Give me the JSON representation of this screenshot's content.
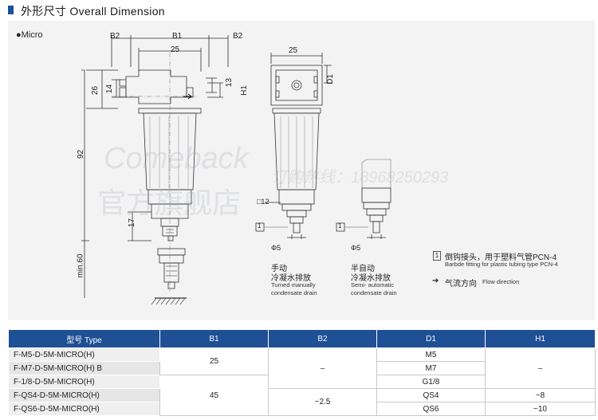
{
  "header": {
    "title": "外形尺寸 Overall Dimension",
    "accent": "#1c4f9c"
  },
  "drawing": {
    "series_label": "●Micro",
    "dims": {
      "b2_left": "B2",
      "b1": "B1",
      "b2_right": "B2",
      "width_main": "25",
      "width_side": "25",
      "d26": "26",
      "d14": "14",
      "d13": "13",
      "h1": "H1",
      "d1": "D1",
      "d92": "92",
      "d17": "17",
      "min60": "min.60",
      "d12": "□12",
      "phi5_a": "Φ5",
      "phi5_b": "Φ5"
    },
    "callout_1a": "1",
    "callout_1b": "1",
    "manual": {
      "cn": "手动",
      "cn2": "冷凝水排放",
      "en1": "Turned manually",
      "en2": "condensate drain"
    },
    "semi": {
      "cn": "半自动",
      "cn2": "冷凝水排放",
      "en1": "Semi- automatic",
      "en2": "condensate drain"
    },
    "legend": {
      "item1_num": "1",
      "item1_cn": "倒钩接头，用于塑料气管PCN-4",
      "item1_en": "Barbde fitting for plastic tubing type PCN-4",
      "arrow": "➔",
      "item2_cn": "气流方向",
      "item2_en": "Flow direction"
    },
    "watermark": {
      "brand": "Comeback",
      "shop": "官方旗舰店",
      "phone": "订购热线：18968250293"
    }
  },
  "table": {
    "headers": [
      "型号 Type",
      "B1",
      "B2",
      "D1",
      "H1"
    ],
    "models": [
      "F-M5-D-5M-MICRO(H)",
      "F-M7-D-5M-MICRO(H) B",
      "F-1/8-D-5M-MICRO(H)",
      "F-QS4-D-5M-MICRO(H)",
      "F-QS6-D-5M-MICRO(H)"
    ],
    "b1": [
      "25",
      "45"
    ],
    "b2": [
      "–",
      "~2.5"
    ],
    "d1": [
      "M5",
      "M7",
      "G1/8",
      "QS4",
      "QS6"
    ],
    "h1": [
      "–",
      "~8",
      "~10"
    ]
  }
}
